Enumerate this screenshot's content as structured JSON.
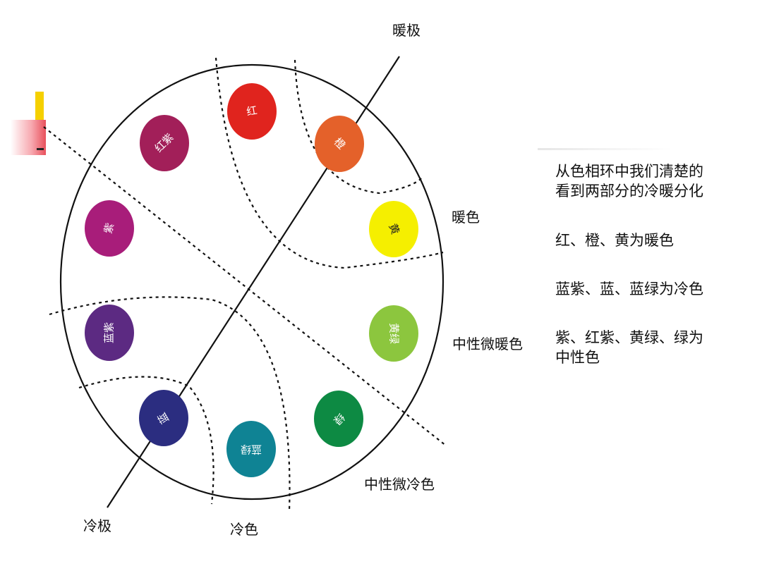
{
  "diagram": {
    "labels": {
      "warm_pole": "暖极",
      "cold_pole": "冷极",
      "warm": "暖色",
      "cold": "冷色",
      "neutral_warm": "中性微暖色",
      "neutral_cold": "中性微冷色"
    },
    "swatches": [
      {
        "name": "红",
        "color": "#e0241e"
      },
      {
        "name": "橙",
        "color": "#e4612a"
      },
      {
        "name": "黄",
        "color": "#f5ef00"
      },
      {
        "name": "黄绿",
        "color": "#8cc63e"
      },
      {
        "name": "绿",
        "color": "#0d8a43"
      },
      {
        "name": "蓝绿",
        "color": "#0f8394"
      },
      {
        "name": "蓝",
        "color": "#2b2d80"
      },
      {
        "name": "蓝紫",
        "color": "#5c2a82"
      },
      {
        "name": "紫",
        "color": "#a81d7a"
      },
      {
        "name": "红紫",
        "color": "#a21f59"
      }
    ]
  },
  "notes": [
    "从色相环中我们清楚的",
    "看到两部分的冷暖分化",
    "红、橙、黄为暖色",
    "蓝紫、蓝、蓝绿为冷色",
    "紫、红紫、黄绿、绿为",
    "中性色"
  ]
}
